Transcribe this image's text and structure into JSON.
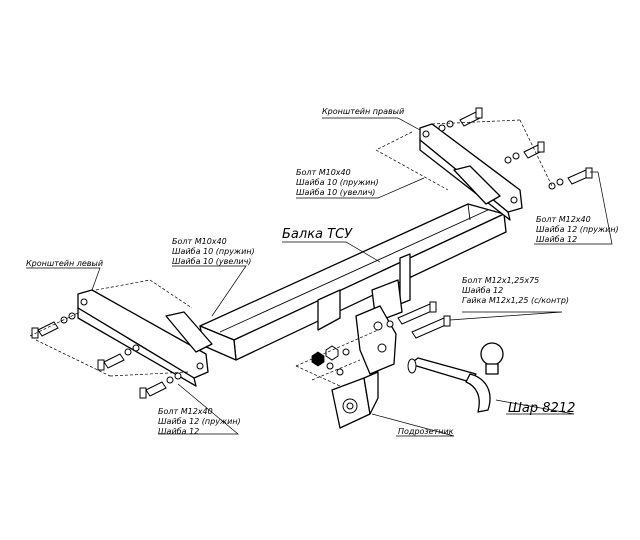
{
  "labels": {
    "bracket_right": "Кронштейн правый",
    "bolt_m10_right": [
      "Болт М10х40",
      "Шайба 10 (пружин)",
      "Шайба 10 (увелич)"
    ],
    "beam": "Балка ТСУ",
    "bolt_m12_right": [
      "Болт М12х40",
      "Шайба 12 (пружин)",
      "Шайба 12"
    ],
    "bolt_m10_left": [
      "Болт М10х40",
      "Шайба 10 (пружин)",
      "Шайба 10 (увелич)"
    ],
    "bracket_left": "Кронштейн левый",
    "bolt_m12_center": [
      "Болт М12х1,25х75",
      "Шайба 12",
      "Гайка М12х1,25 (с/контр)"
    ],
    "bolt_m12_left": [
      "Болт М12х40",
      "Шайба 12 (пружин)",
      "Шайба 12"
    ],
    "socket_plate": "Подрозетник",
    "ball": "Шар 8212"
  },
  "icons": [
    "bolt-icon",
    "washer-icon",
    "nut-icon"
  ]
}
